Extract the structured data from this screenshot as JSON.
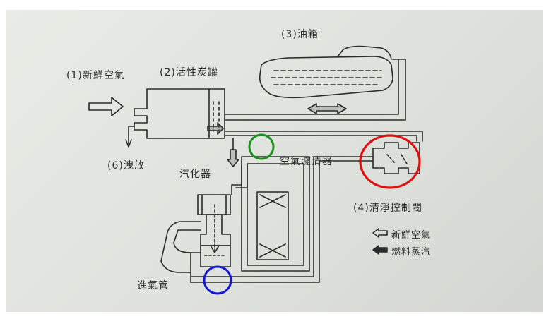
{
  "labels": {
    "fresh_air": "(1)新鮮空氣",
    "canister": "(2)活性炭罐",
    "fuel_tank": "(3)油箱",
    "purge_valve": "(4)清淨控制閥",
    "release": "(6)洩放",
    "carburetor": "汽化器",
    "air_filter": "空氣濾清器",
    "intake": "進氣管"
  },
  "legend": {
    "fresh_air": "新鮮空氣",
    "fuel_vapor": "燃料蒸汽"
  },
  "colors": {
    "ink": "#2a2a2a",
    "paper": "#e3e6e0",
    "highlight_green": "#1a8f1a",
    "highlight_red": "#e01010",
    "highlight_blue": "#1414d8"
  }
}
